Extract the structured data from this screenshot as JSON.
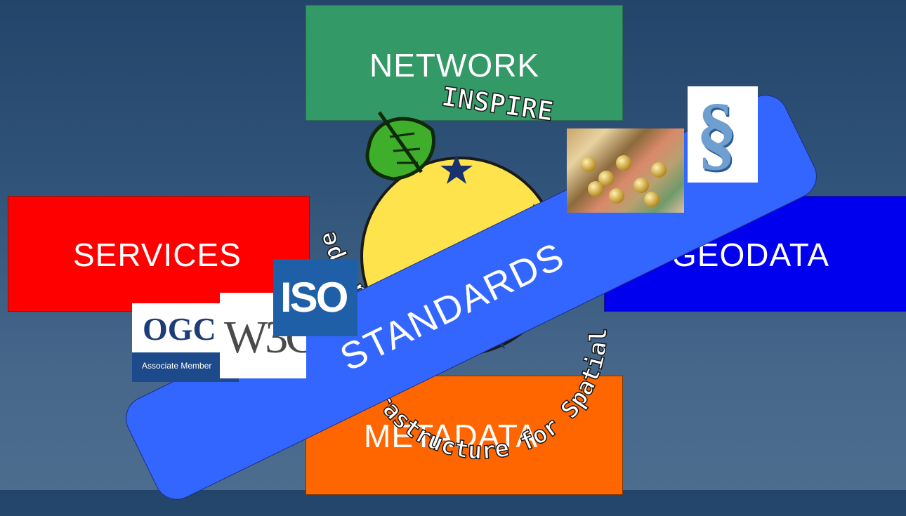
{
  "boxes": {
    "network": {
      "label": "NETWORK",
      "color": "#339966"
    },
    "services": {
      "label": "SERVICES",
      "color": "#ff0000"
    },
    "geodata": {
      "label": "GEODATA",
      "color": "#0000ee"
    },
    "metadata": {
      "label": "METADATA",
      "color": "#ff6600"
    }
  },
  "emblem": {
    "title": "INSPIRE",
    "arc_text": "Infrastructure for Spatial Information in Europe",
    "icons": [
      "leaf-icon",
      "eu-stars-circle"
    ]
  },
  "band": {
    "label": "STANDARDS",
    "color": "#3366ff"
  },
  "logos": {
    "ogc": {
      "name": "OGC",
      "subtitle": "Associate Member"
    },
    "w3c": {
      "name": "W3C"
    },
    "iso": {
      "name": "ISO"
    },
    "money": {
      "name": "euro-money-photo"
    },
    "paragraph": {
      "symbol": "§"
    }
  }
}
